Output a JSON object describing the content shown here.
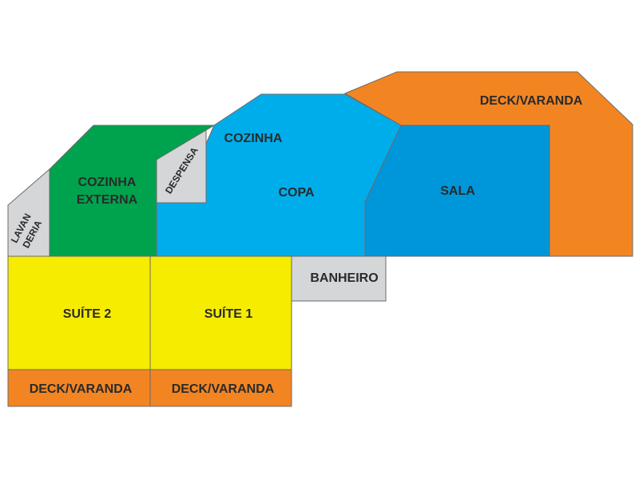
{
  "colors": {
    "orange": "#f28522",
    "green": "#00a34d",
    "light_blue": "#00adeb",
    "dark_blue": "#0096da",
    "yellow": "#f5ec00",
    "gray": "#d5d6d8",
    "outline": "#6b6b6b",
    "text": "#2a2a2a"
  },
  "rooms": {
    "deck_top": {
      "label": "DECK/VARANDA"
    },
    "sala": {
      "label": "SALA"
    },
    "cozinha": {
      "label": "COZINHA"
    },
    "copa": {
      "label": "COPA"
    },
    "despensa": {
      "label": "DESPENSA"
    },
    "cozinha_externa": {
      "line1": "COZINHA",
      "line2": "EXTERNA"
    },
    "lavanderia": {
      "line1": "LAVAN",
      "line2": "DERIA"
    },
    "banheiro": {
      "label": "BANHEIRO"
    },
    "suite2": {
      "label": "SUÍTE 2"
    },
    "suite1": {
      "label": "SUÍTE 1"
    },
    "deck_left": {
      "label": "DECK/VARANDA"
    },
    "deck_right": {
      "label": "DECK/VARANDA"
    }
  }
}
